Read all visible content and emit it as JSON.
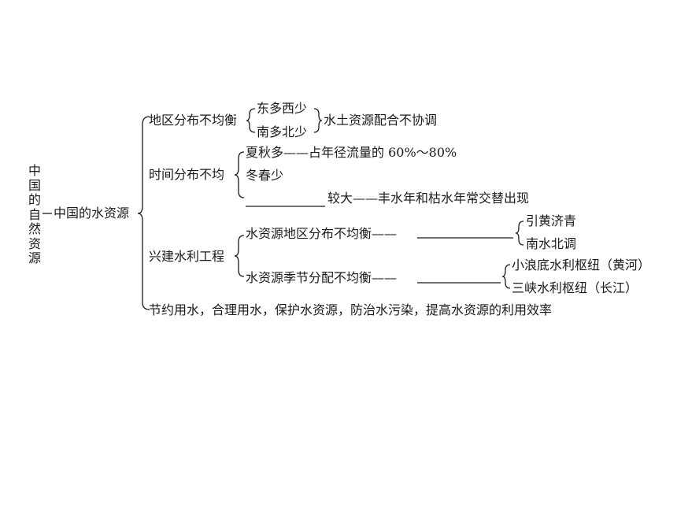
{
  "root": "中国的自然资源",
  "main_node": "中国的水资源",
  "branches": {
    "region": {
      "label": "地区分布不均衡",
      "sub": [
        "东多西少",
        "南多北少"
      ],
      "result": "水土资源配合不协调"
    },
    "time": {
      "label": "时间分布不均",
      "sub": [
        "夏秋多——占年径流量的 60%～80%",
        "冬春少"
      ],
      "blank_suffix": "较大——丰水年和枯水年常交替出现"
    },
    "engineering": {
      "label": "兴建水利工程",
      "region_item": "水资源地区分布不均衡——",
      "region_results": [
        "引黄济青",
        "南水北调"
      ],
      "season_item": "水资源季节分配不均衡——",
      "season_results": [
        "小浪底水利枢纽（黄河）",
        "三峡水利枢纽（长江）"
      ]
    },
    "conserve": {
      "label": "节约用水，合理用水，保护水资源，防治水污染，提高水资源的利用效率"
    }
  }
}
